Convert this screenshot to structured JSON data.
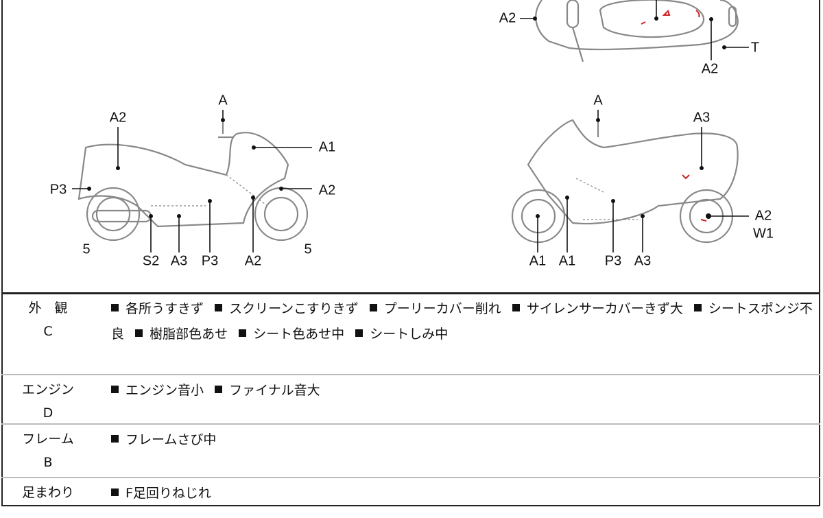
{
  "diagram": {
    "top_view_labels": {
      "front": "A2",
      "rear": "A2",
      "tail": "T"
    },
    "left_side_labels": {
      "handle": "A",
      "seat": "A2",
      "front_cover": "A1",
      "rear": "P3",
      "front_fender": "A2",
      "wheel_rear": "5",
      "muffler": "S2",
      "floor": "A3",
      "center": "P3",
      "front_fork": "A2",
      "wheel_front": "5"
    },
    "right_side_labels": {
      "handle": "A",
      "body": "A3",
      "rear_wheel_1": "A2",
      "rear_wheel_2": "W1",
      "front_wheel": "A1",
      "front_cover": "A1",
      "center": "P3",
      "floor": "A3"
    }
  },
  "conditions": [
    {
      "category": "外　観",
      "grade": "C",
      "items": [
        "各所うすきず",
        "スクリーンこすりきず",
        "プーリーカバー削れ",
        "サイレンサーカバーきず大",
        "シートスポンジ不良",
        "樹脂部色あせ",
        "シート色あせ中",
        "シートしみ中"
      ]
    },
    {
      "category": "エンジン",
      "grade": "D",
      "items": [
        "エンジン音小",
        "ファイナル音大"
      ]
    },
    {
      "category": "フレーム",
      "grade": "B",
      "items": [
        "フレームさび中"
      ]
    },
    {
      "category": "足まわり",
      "grade": "",
      "items": [
        "F足回りねじれ"
      ]
    }
  ]
}
